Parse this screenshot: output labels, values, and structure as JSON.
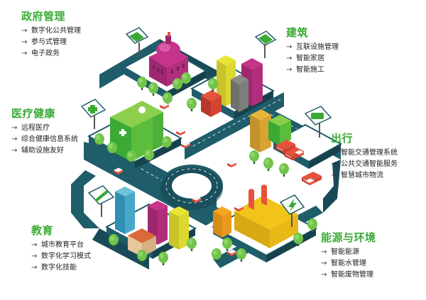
{
  "categories": {
    "gov": {
      "title": "政府管理",
      "items": [
        "数字化公共管理",
        "参与式管理",
        "电子政务"
      ]
    },
    "build": {
      "title": "建筑",
      "items": [
        "互联设施管理",
        "智能家居",
        "智能施工"
      ]
    },
    "med": {
      "title": "医疗健康",
      "items": [
        "远程医疗",
        "综合健康信息系统",
        "辅助设施友好"
      ]
    },
    "trans": {
      "title": "出行",
      "items": [
        "智能交通管理系统",
        "公共交通智能服务",
        "智慧城市物流"
      ]
    },
    "edu": {
      "title": "教育",
      "items": [
        "城市教育平台",
        "数字化学习模式",
        "数字化技能"
      ]
    },
    "energy": {
      "title": "能源与环境",
      "items": [
        "智能能源",
        "智能水管理",
        "智能废物管理"
      ]
    }
  },
  "arrow": "→",
  "colors": {
    "accent": "#3aaa35",
    "road": "#1f5d6b",
    "road_line": "#ffffff",
    "tree": "#6cc04a"
  },
  "icons": {
    "gov": "government-building-icon",
    "build": "house-icon",
    "med": "medical-cross-icon",
    "trans": "bus-icon",
    "edu": "pencil-icon",
    "energy": "lightning-bolt-icon"
  }
}
